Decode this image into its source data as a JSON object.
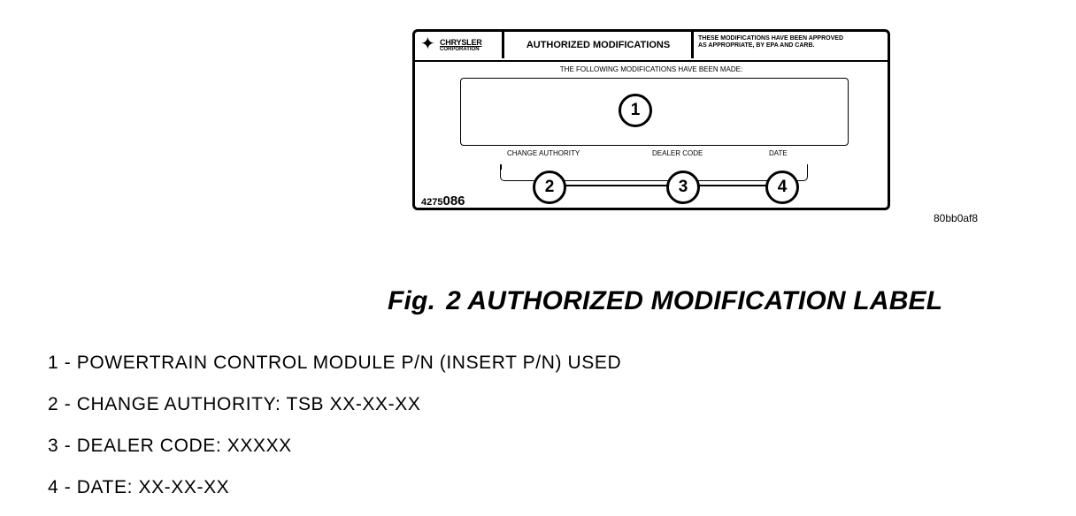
{
  "label": {
    "brand_name": "CHRYSLER",
    "brand_sub": "CORPORATION",
    "title": "AUTHORIZED MODIFICATIONS",
    "approval_note_line1": "THESE MODIFICATIONS HAVE BEEN APPROVED",
    "approval_note_line2": "AS APPROPRIATE, BY EPA AND CARB.",
    "made_line": "THE FOLLOWING MODIFICATIONS HAVE BEEN MADE:",
    "fields": {
      "change_authority": "CHANGE AUTHORITY",
      "dealer_code": "DEALER CODE",
      "date": "DATE"
    },
    "callouts": [
      "1",
      "2",
      "3",
      "4"
    ],
    "part_number_prefix": "4275",
    "part_number_suffix": "086"
  },
  "image_id": "80bb0af8",
  "caption": {
    "fig": "Fig.",
    "text": "2 AUTHORIZED MODIFICATION LABEL"
  },
  "legend": [
    "1 - POWERTRAIN CONTROL MODULE P/N (INSERT P/N) USED",
    "2 - CHANGE AUTHORITY: TSB XX-XX-XX",
    "3 - DEALER CODE: XXXXX",
    "4 - DATE: XX-XX-XX"
  ]
}
